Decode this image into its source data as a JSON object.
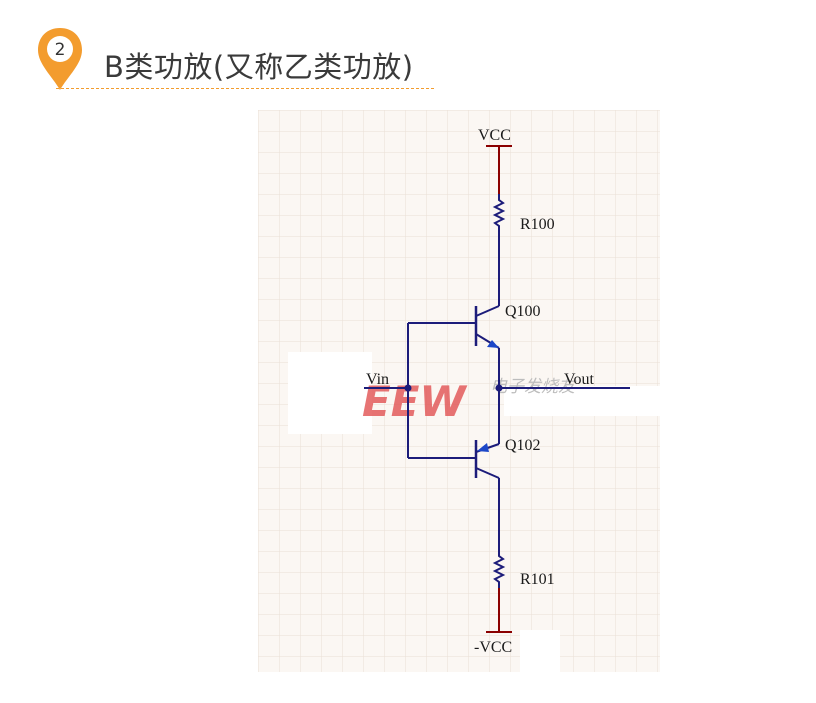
{
  "section": {
    "number": "2",
    "title": "B类功放(又称乙类功放)"
  },
  "circuit": {
    "labels": {
      "vcc": "VCC",
      "neg_vcc": "-VCC",
      "r_top": "R100",
      "r_bottom": "R101",
      "q_top": "Q100",
      "q_bottom": "Q102",
      "input": "Vin",
      "output": "Vout"
    },
    "watermark": {
      "logo": "EEW",
      "text": "电子发烧友"
    }
  },
  "colors": {
    "accent": "#f39c2e",
    "wire": "#1c1c7a",
    "rail": "#8b0000",
    "grid": "#eadfd6",
    "paper": "#fbf7f3"
  }
}
